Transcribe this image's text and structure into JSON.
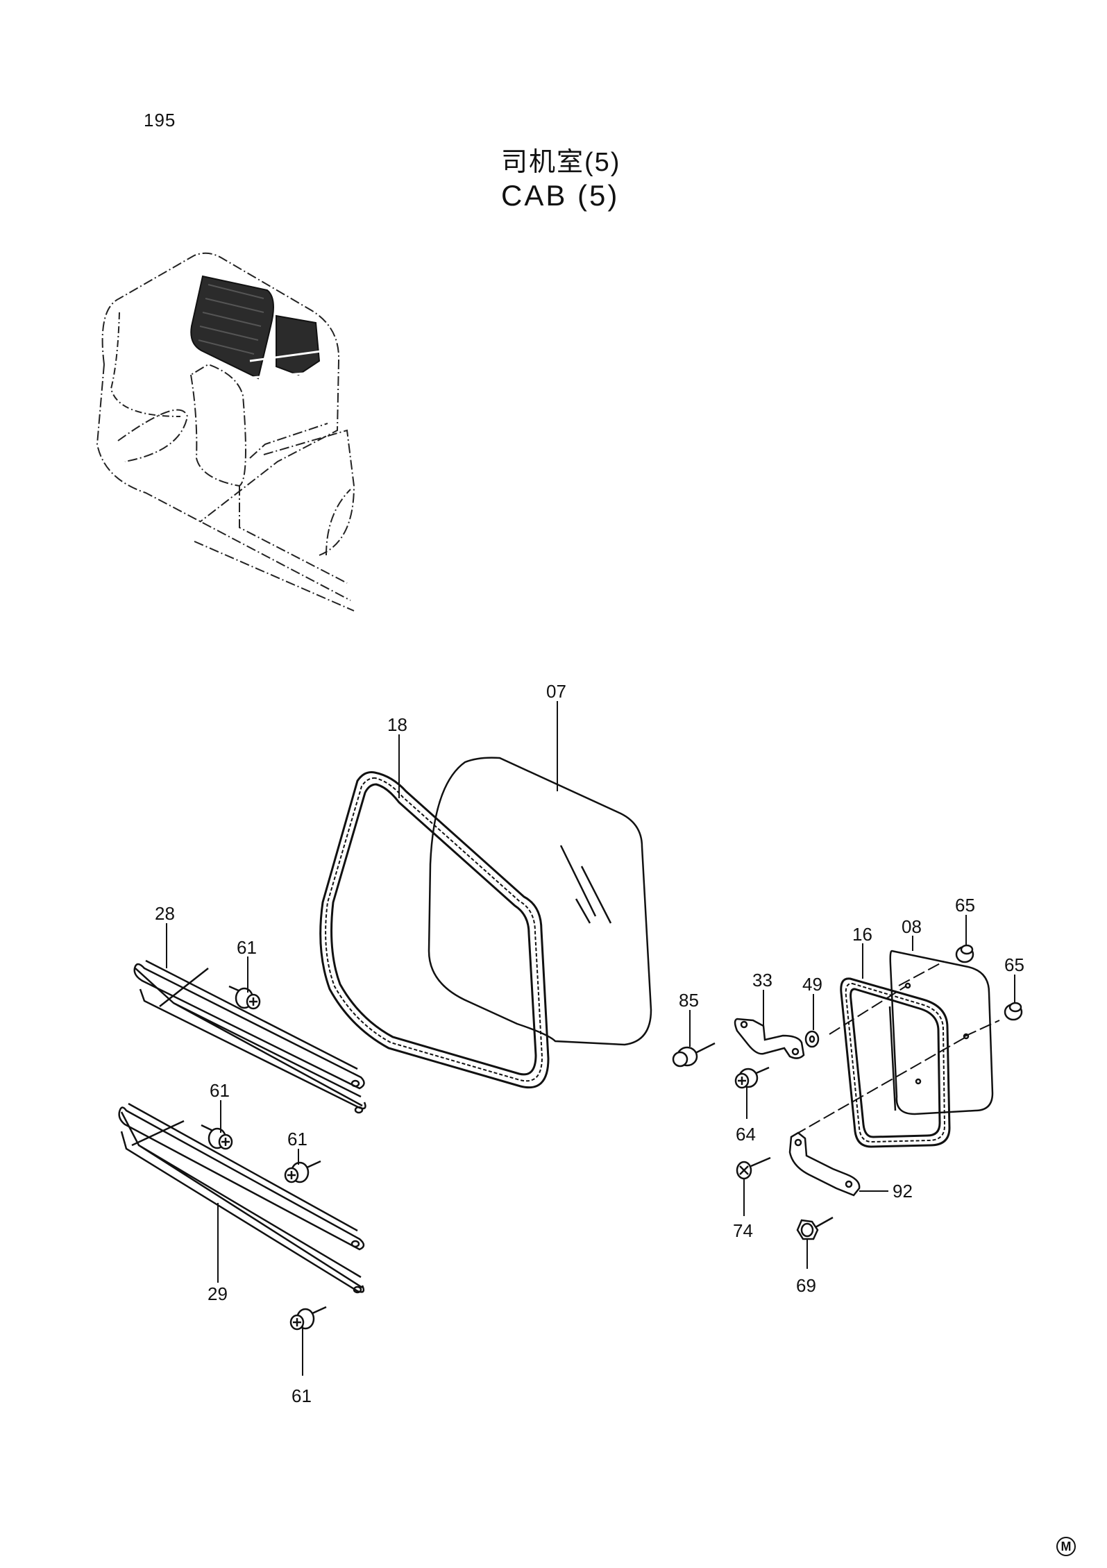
{
  "page_number": "195",
  "title": {
    "zh": "司机室(5)",
    "en": "CAB (5)"
  },
  "copyright": "M",
  "part_labels": {
    "p07": "07",
    "p18": "18",
    "p28": "28",
    "p29": "29",
    "p61a": "61",
    "p61b": "61",
    "p61c": "61",
    "p61d": "61",
    "p08": "08",
    "p16": "16",
    "p65a": "65",
    "p65b": "65",
    "p85": "85",
    "p33": "33",
    "p49": "49",
    "p64": "64",
    "p74": "74",
    "p92": "92",
    "p69": "69"
  }
}
